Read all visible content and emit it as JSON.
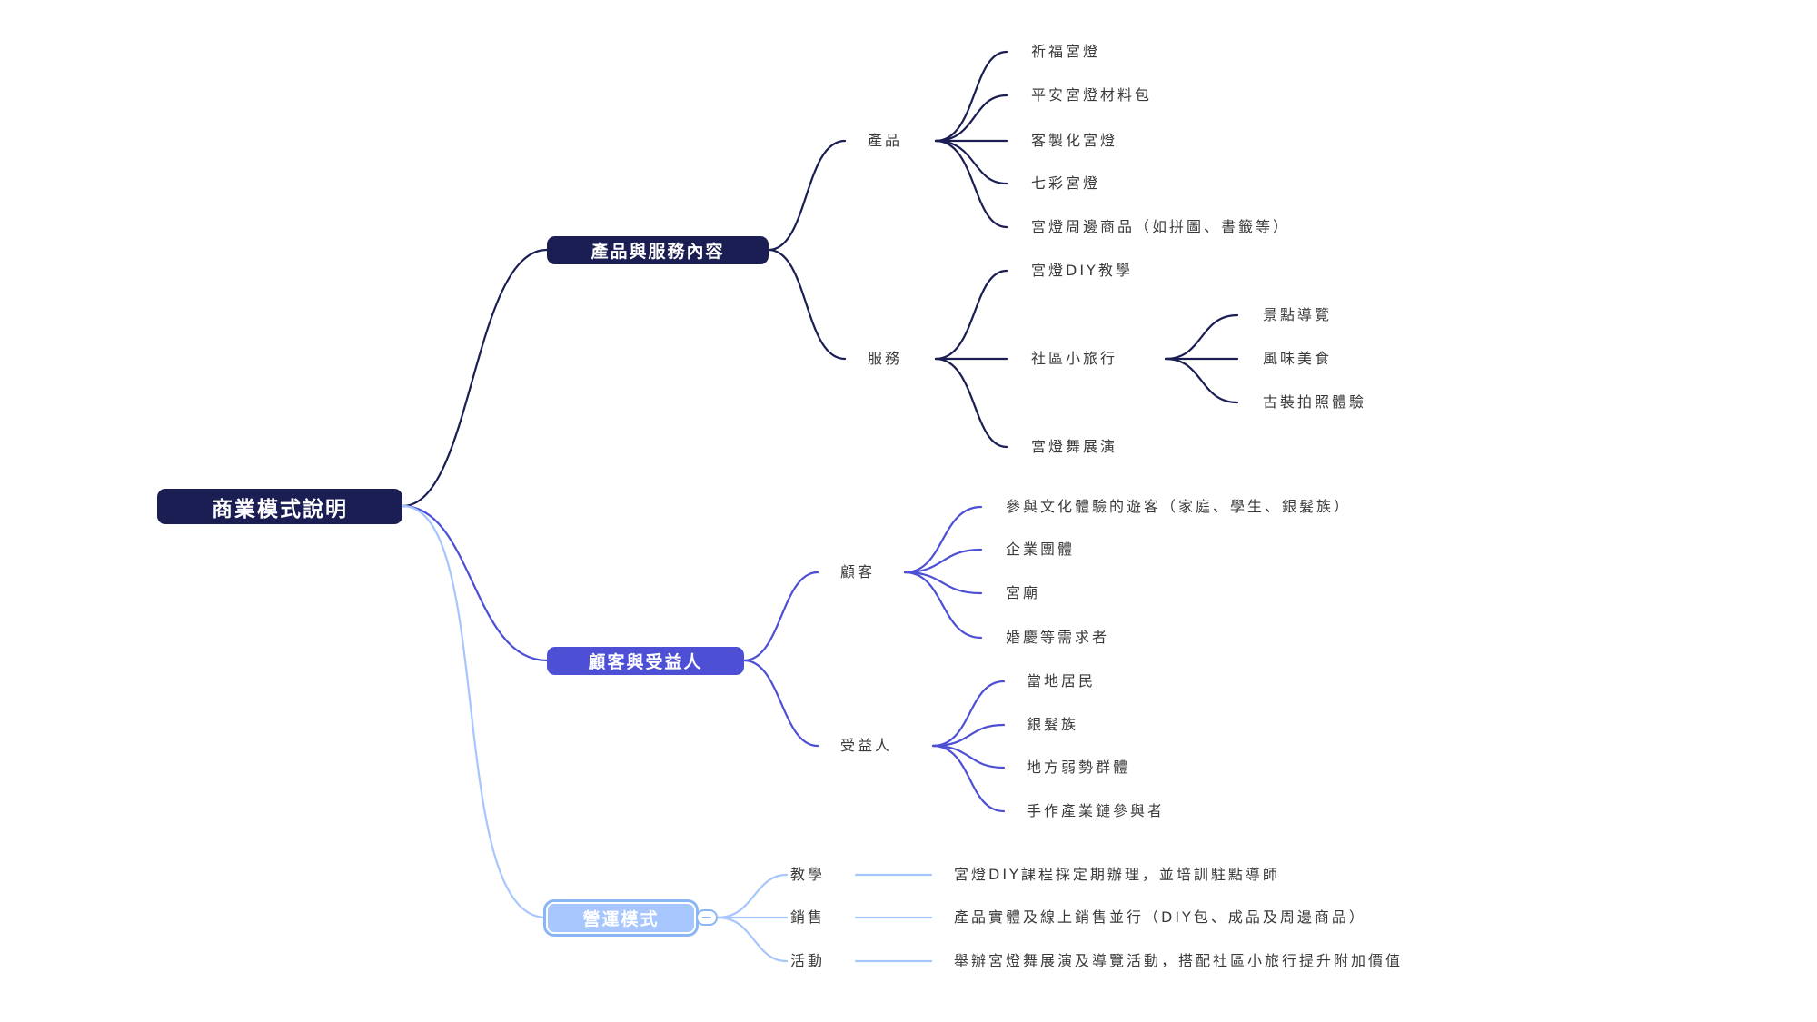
{
  "colors": {
    "root_fill": "#1b1e52",
    "branch1": "#1b1e52",
    "branch2": "#4d4fd4",
    "branch3": "#a6c6fd",
    "branch3_line": "#8ab6f4",
    "text": "#3a3a3a"
  },
  "root": {
    "label": "商業模式說明"
  },
  "branches": [
    {
      "label": "產品與服務內容",
      "children": [
        {
          "label": "產品",
          "items": [
            "祈福宮燈",
            "平安宮燈材料包",
            "客製化宮燈",
            "七彩宮燈",
            "宮燈周邊商品（如拼圖、書籤等）"
          ]
        },
        {
          "label": "服務",
          "items": [
            "宮燈DIY教學",
            "社區小旅行",
            "宮燈舞展演"
          ],
          "sub_items": [
            "景點導覽",
            "風味美食",
            "古裝拍照體驗"
          ]
        }
      ]
    },
    {
      "label": "顧客與受益人",
      "children": [
        {
          "label": "顧客",
          "items": [
            "參與文化體驗的遊客（家庭、學生、銀髮族）",
            "企業團體",
            "宮廟",
            "婚慶等需求者"
          ]
        },
        {
          "label": "受益人",
          "items": [
            "當地居民",
            "銀髮族",
            "地方弱勢群體",
            "手作產業鏈參與者"
          ]
        }
      ]
    },
    {
      "label": "營運模式",
      "children": [
        {
          "label": "教學",
          "detail": "宮燈DIY課程採定期辦理，並培訓駐點導師"
        },
        {
          "label": "銷售",
          "detail": "產品實體及線上銷售並行（DIY包、成品及周邊商品）"
        },
        {
          "label": "活動",
          "detail": "舉辦宮燈舞展演及導覽活動，搭配社區小旅行提升附加價值"
        }
      ]
    }
  ]
}
